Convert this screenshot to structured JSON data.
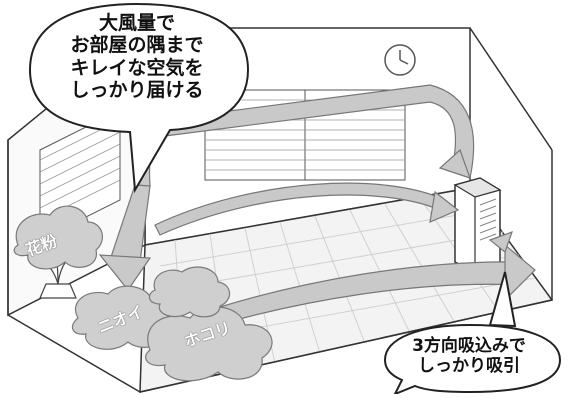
{
  "callouts": {
    "airflow": {
      "lines": [
        "大風量で",
        "お部屋の隅まで",
        "キレイな空気を",
        "しっかり届ける"
      ]
    },
    "intake": {
      "lines": [
        "3方向吸込みで",
        "しっかり吸引"
      ]
    }
  },
  "pollutants": {
    "pollen": "花粉",
    "odor": "ニオイ",
    "dust": "ホコリ"
  },
  "colors": {
    "room_line": "#333333",
    "airflow_fill": "#c9c9c9",
    "airflow_dark": "#9a9a9a",
    "cloud_fill": "#cfcfcf",
    "bubble_fill": "#ffffff",
    "floor_tile": "#d6d6d6"
  }
}
